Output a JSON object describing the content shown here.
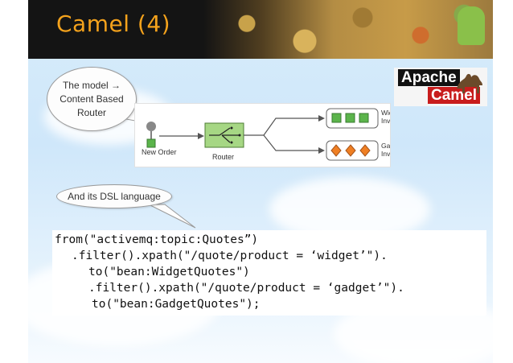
{
  "slide": {
    "title": "Camel (4)"
  },
  "callouts": {
    "model": {
      "lines": [
        "The model →",
        "Content Based",
        "Router"
      ]
    },
    "dsl": {
      "text": "And its DSL language"
    }
  },
  "logo": {
    "line1": "Apache",
    "line2": "Camel"
  },
  "diagram": {
    "new_order_label": "New Order",
    "router_label": "Router",
    "widget_label_1": "Widget",
    "widget_label_2": "Inventory",
    "gadget_label_1": "Gadget",
    "gadget_label_2": "Inventory",
    "colors": {
      "green": "#5bb44b",
      "orange": "#ef7f23",
      "router": "#a6d784"
    }
  },
  "code": {
    "lines": [
      "from(\"activemq:topic:Quotes”)",
      ".filter().xpath(\"/quote/product = ‘widget’\").",
      "to(\"bean:WidgetQuotes\")",
      ".filter().xpath(\"/quote/product = ‘gadget’\").",
      "to(\"bean:GadgetQuotes\");"
    ]
  },
  "colors": {
    "title": "#f4a21c",
    "header_bg": "#141414"
  }
}
